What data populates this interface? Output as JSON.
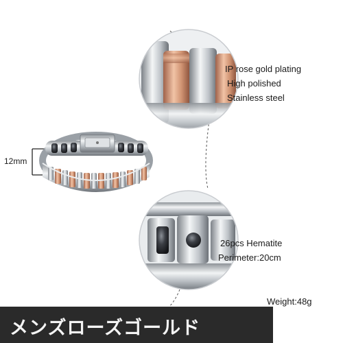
{
  "callout_top": {
    "line1": "IP rose gold plating",
    "line2": "High polished",
    "line3": "Stainless steel"
  },
  "callout_bottom": {
    "line1": "26pcs Hematite",
    "line2": "Perimeter:20cm"
  },
  "dimension_label": "12mm",
  "weight_label": "Weight:48g",
  "banner_label": "メンズローズゴールド",
  "colors": {
    "rose_gold": "#c98b68",
    "steel": "#c7cbcf",
    "hematite": "#3a3d42",
    "banner_bg": "#2a2a2a",
    "banner_text": "#f4f4f4"
  },
  "icons": [
    "bracelet-photo",
    "detail-rose-gold-links",
    "detail-hematite-links",
    "dimension-bracket"
  ]
}
